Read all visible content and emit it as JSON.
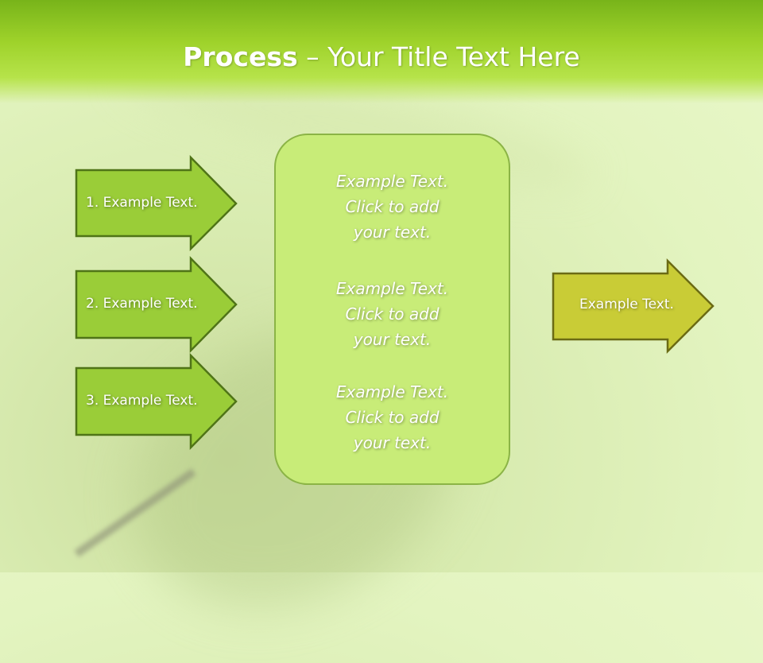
{
  "title": {
    "bold": "Process",
    "rest": " – Your Title Text Here"
  },
  "left_arrows": [
    {
      "label": "1. Example Text."
    },
    {
      "label": "2. Example Text."
    },
    {
      "label": "3. Example Text."
    }
  ],
  "center_box": {
    "items": [
      {
        "line1": "Example Text.",
        "line2": "Click  to add",
        "line3": "your text."
      },
      {
        "line1": "Example Text.",
        "line2": "Click  to add",
        "line3": "your text."
      },
      {
        "line1": "Example Text.",
        "line2": "Click  to add",
        "line3": "your text."
      }
    ]
  },
  "right_arrow": {
    "label": "Example Text."
  },
  "colors": {
    "left_arrow_fill": "#9acd38",
    "left_arrow_stroke": "#4f7417",
    "right_arrow_fill": "#c9cc36",
    "right_arrow_stroke": "#6b6b14",
    "box_fill": "#c8ec78",
    "title_bar": "#8cc620"
  }
}
